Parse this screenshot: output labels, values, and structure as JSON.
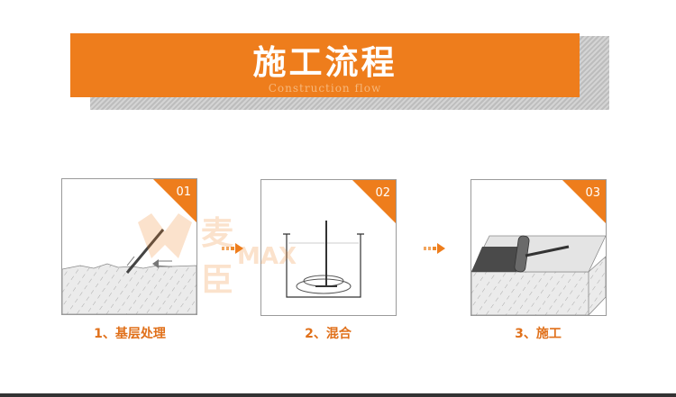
{
  "banner": {
    "title": "施工流程",
    "subtitle": "Construction flow"
  },
  "steps": [
    {
      "num": "01",
      "label": "1、基层处理"
    },
    {
      "num": "02",
      "label": "2、混合"
    },
    {
      "num": "03",
      "label": "3、施工"
    }
  ],
  "watermark": {
    "cn": "麦臣",
    "en": "MAX"
  },
  "colors": {
    "accent": "#ee7d1c",
    "label": "#e0701a"
  }
}
